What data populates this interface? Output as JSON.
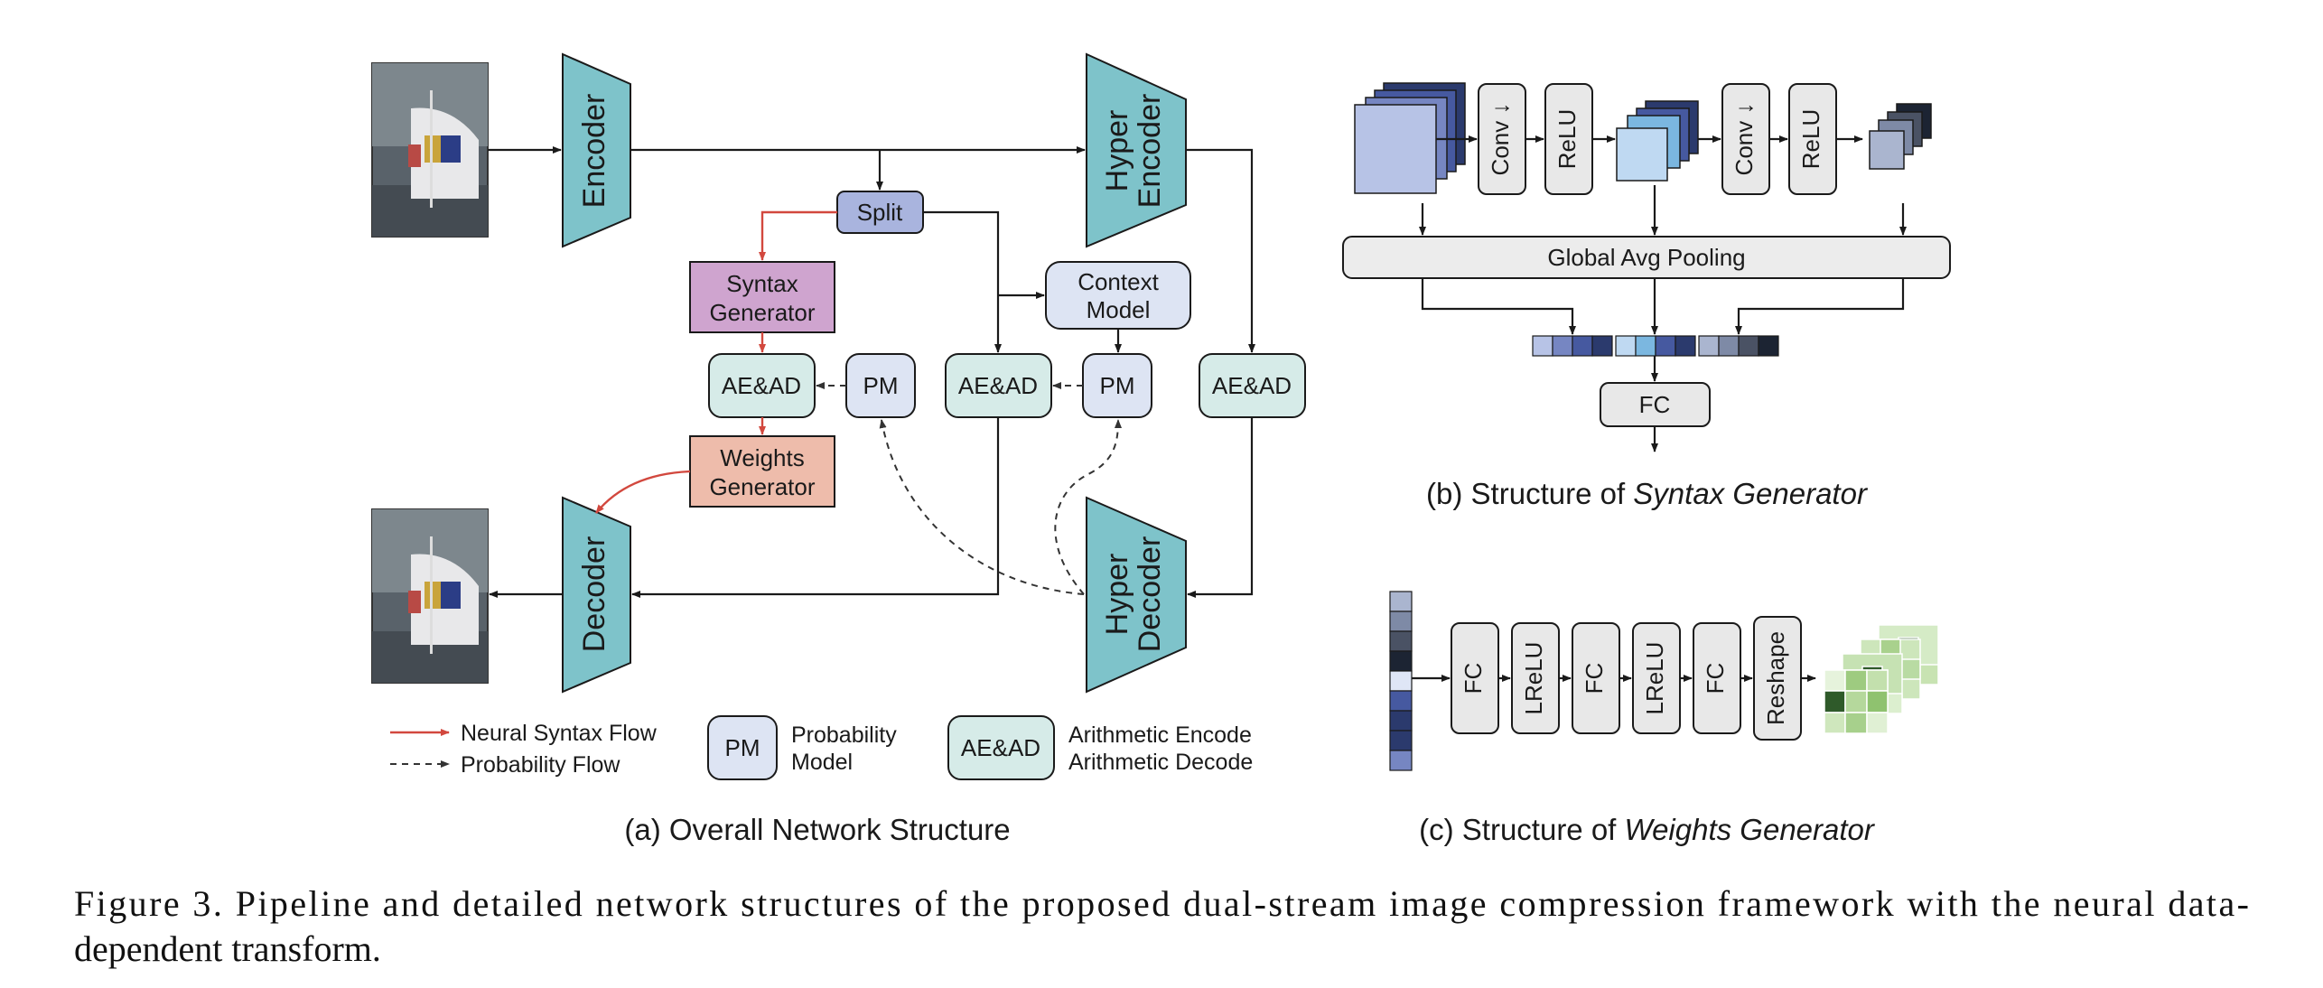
{
  "panel_a": {
    "encoder": "Encoder",
    "decoder": "Decoder",
    "hyper_encoder": [
      "Hyper",
      "Encoder"
    ],
    "hyper_decoder": [
      "Hyper",
      "Decoder"
    ],
    "split": "Split",
    "syntax_generator": [
      "Syntax",
      "Generator"
    ],
    "weights_generator": [
      "Weights",
      "Generator"
    ],
    "context_model": [
      "Context",
      "Model"
    ],
    "aead": "AE&AD",
    "pm": "PM",
    "legend": {
      "neural_syntax_flow": "Neural Syntax Flow",
      "probability_flow": "Probability Flow",
      "pm_box": "PM",
      "pm_desc": [
        "Probability",
        "Model"
      ],
      "aead_box": "AE&AD",
      "aead_desc": [
        "Arithmetic Encode",
        "Arithmetic Decode"
      ]
    },
    "caption": "(a) Overall Network Structure"
  },
  "panel_b": {
    "conv": "Conv ↓",
    "relu": "ReLU",
    "pooling": "Global Avg Pooling",
    "fc": "FC",
    "caption_prefix": "(b) Structure of ",
    "caption_italic": "Syntax Generator"
  },
  "panel_c": {
    "fc": "FC",
    "lrelu": "LReLU",
    "reshape": "Reshape",
    "caption_prefix": "(c) Structure of ",
    "caption_italic": "Weights Generator"
  },
  "figure_caption": {
    "line1": "Figure 3.  Pipeline and detailed network structures of the proposed dual-stream image compression framework with the neural data-",
    "line2": "dependent transform."
  },
  "colors": {
    "trapezoid": "#7ec3ca",
    "split": "#a9b4de",
    "syntax_generator": "#cfa4cf",
    "weights_generator": "#eebcab",
    "context_model": "#dde4f3",
    "aead": "#d6ebe8",
    "pm": "#dde4f3",
    "layer_box": "#e8e8e8",
    "red_flow": "#d2483e"
  }
}
